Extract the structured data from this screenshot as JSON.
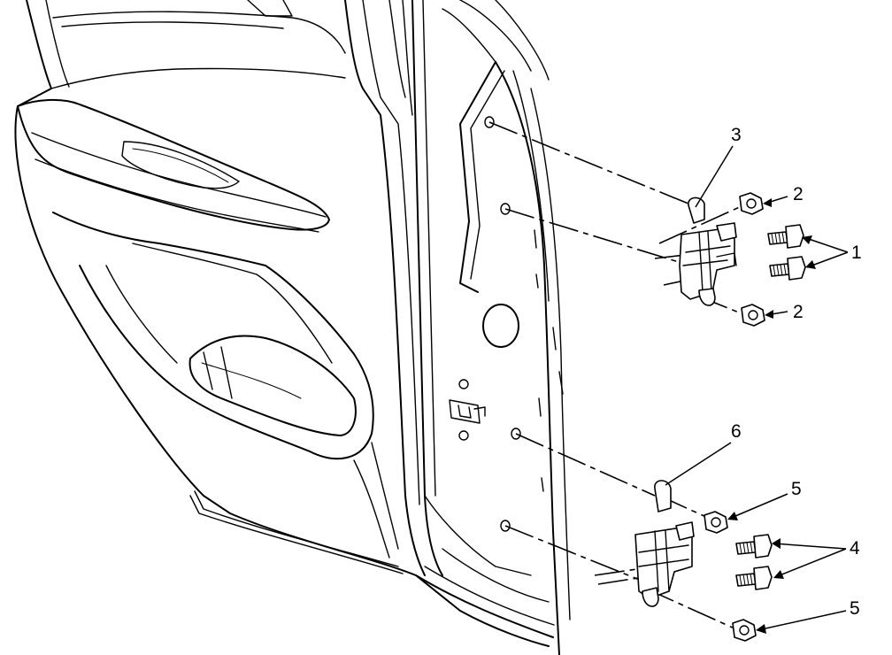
{
  "callouts": {
    "c1": "1",
    "c2_top": "2",
    "c2_bottom": "2",
    "c3": "3",
    "c4": "4",
    "c5_top": "5",
    "c5_bottom": "5",
    "c6": "6"
  }
}
